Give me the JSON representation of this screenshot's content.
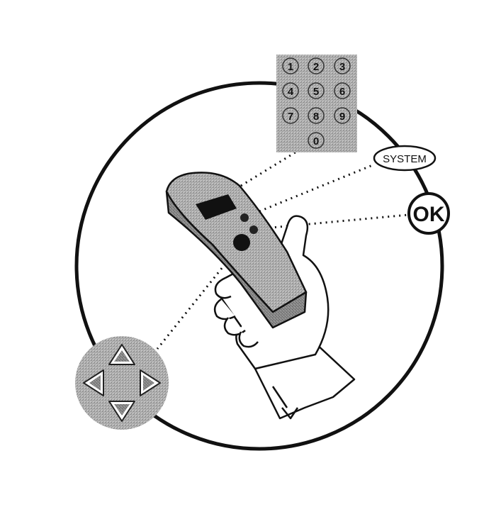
{
  "keypad": {
    "keys": [
      "1",
      "2",
      "3",
      "4",
      "5",
      "6",
      "7",
      "8",
      "9",
      "0"
    ]
  },
  "buttons": {
    "system_label": "SYSTEM",
    "ok_label": "OK"
  },
  "icons": {
    "dpad": [
      "arrow-up-icon",
      "arrow-left-icon",
      "arrow-right-icon",
      "arrow-down-icon"
    ]
  },
  "colors": {
    "outline": "#111111",
    "dotted_gray": "#a9a9a9",
    "background": "#ffffff"
  }
}
